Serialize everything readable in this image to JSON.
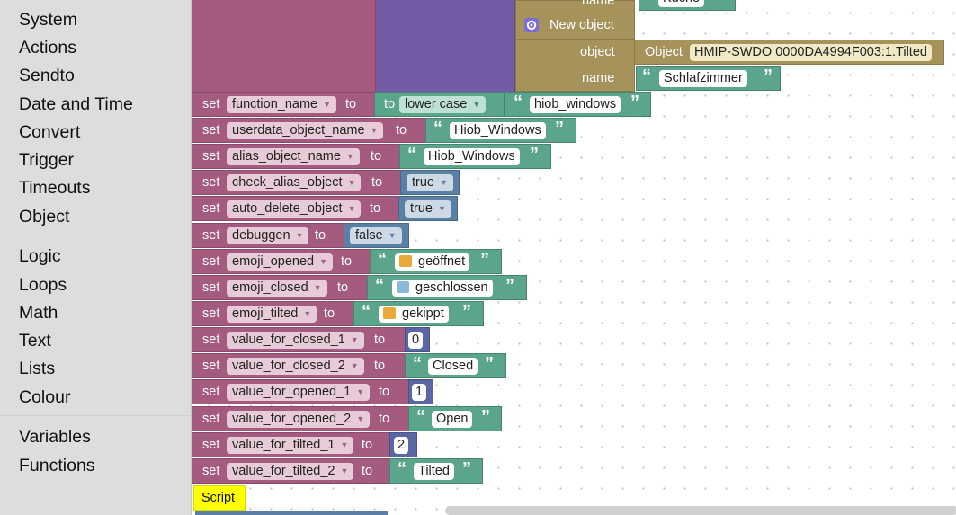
{
  "sidebar": {
    "categories": [
      "System",
      "Actions",
      "Sendto",
      "Date and Time",
      "Convert",
      "Trigger",
      "Timeouts",
      "Object",
      "Logic",
      "Loops",
      "Math",
      "Text",
      "Lists",
      "Colour",
      "Variables",
      "Functions"
    ]
  },
  "top_blocks": {
    "name_label_top": "name",
    "name_value_top": "Küche",
    "new_object_label": "New object",
    "object_label": "object",
    "object_prefix": "Object",
    "object_id": "HMIP-SWDO 0000DA4994F003:1.Tilted",
    "name_label": "name",
    "name_value": "Schlafzimmer"
  },
  "keywords": {
    "set": "set",
    "to": "to"
  },
  "lower_case_label": "to",
  "lower_case_option": "lower case",
  "variables": [
    {
      "name": "function_name",
      "value": "hiob_windows"
    },
    {
      "name": "userdata_object_name",
      "value": "Hiob_Windows"
    },
    {
      "name": "alias_object_name",
      "value": "Hiob_Windows"
    },
    {
      "name": "check_alias_object",
      "value": "true"
    },
    {
      "name": "auto_delete_object",
      "value": "true"
    },
    {
      "name": "debuggen",
      "value": "false"
    },
    {
      "name": "emoji_opened",
      "value": "geöffnet"
    },
    {
      "name": "emoji_closed",
      "value": "geschlossen"
    },
    {
      "name": "emoji_tilted",
      "value": "gekippt"
    },
    {
      "name": "value_for_closed_1",
      "value": "0"
    },
    {
      "name": "value_for_closed_2",
      "value": "Closed"
    },
    {
      "name": "value_for_opened_1",
      "value": "1"
    },
    {
      "name": "value_for_opened_2",
      "value": "Open"
    },
    {
      "name": "value_for_tilted_1",
      "value": "2"
    },
    {
      "name": "value_for_tilted_2",
      "value": "Tilted"
    }
  ],
  "script_label": "Script",
  "colors": {
    "variables": "#a55b80",
    "text": "#5ba58c",
    "math": "#5b67a5",
    "logic": "#5b80a5",
    "object": "#a5935b",
    "procedure": "#745ba5",
    "comment": "#ffff00"
  }
}
